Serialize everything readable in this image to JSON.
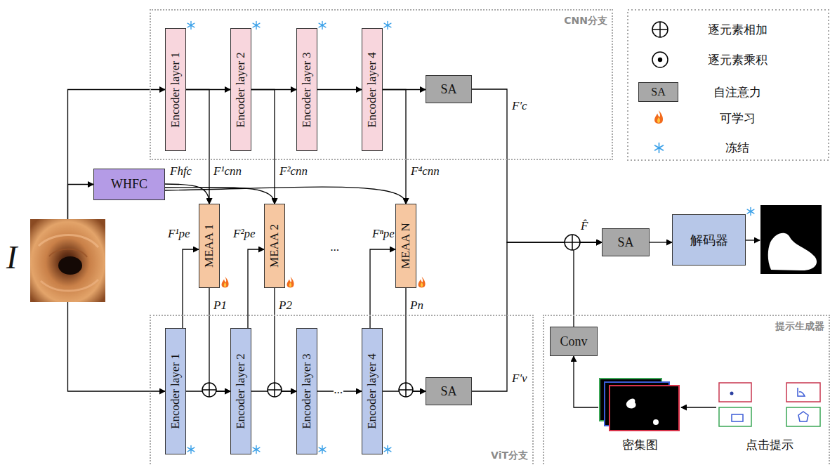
{
  "diagram": {
    "nodes": [
      {
        "text": [
          "CNN分支"
        ]
      },
      {
        "text": [
          "Encoder layer 1"
        ],
        "in": 0
      },
      {
        "text": [
          "Encoder layer 2"
        ],
        "in": 0
      },
      {
        "text": [
          "Encoder layer 3"
        ],
        "in": 0
      },
      {
        "text": [
          "Encoder layer 4"
        ],
        "in": 0
      },
      {
        "text": [
          "SA"
        ],
        "in": 0
      },
      {
        "text": [
          "WHFC"
        ]
      },
      {
        "text": [
          "MEAA 1"
        ]
      },
      {
        "text": [
          "MEAA 2"
        ]
      },
      {
        "text": [
          "MEAA N"
        ]
      },
      {
        "text": [
          "I"
        ]
      },
      {
        "text": [
          "SA"
        ]
      },
      {
        "text": [
          "解码器"
        ]
      },
      {
        "text": [
          "ViT分支"
        ]
      },
      {
        "text": [
          "Encoder layer 1"
        ],
        "in": 13
      },
      {
        "text": [
          "Encoder layer 2"
        ],
        "in": 13
      },
      {
        "text": [
          "Encoder layer 3"
        ],
        "in": 13
      },
      {
        "text": [
          "Encoder layer 4"
        ],
        "in": 13
      },
      {
        "text": [
          "SA"
        ],
        "in": 13
      },
      {
        "text": [
          "提示生成器"
        ]
      },
      {
        "text": [
          "Conv"
        ],
        "in": 19
      },
      {
        "text": [
          "密集图"
        ],
        "in": 19
      },
      {
        "text": [
          "点击提示"
        ],
        "in": 19
      }
    ],
    "edges": [
      {
        "from": 10,
        "to": 1,
        "arrow": "to"
      },
      {
        "from": 10,
        "to": 6,
        "arrow": "to"
      },
      {
        "from": 10,
        "to": 14,
        "arrow": "to"
      },
      {
        "from": 1,
        "to": 2,
        "arrow": "to"
      },
      {
        "from": 2,
        "to": 3,
        "arrow": "to"
      },
      {
        "from": 3,
        "to": 4,
        "arrow": "to"
      },
      {
        "from": 4,
        "to": 5,
        "arrow": "to"
      },
      {
        "from": 1,
        "to": 7,
        "label": "F¹cnn",
        "arrow": "to"
      },
      {
        "from": 2,
        "to": 8,
        "label": "F²cnn",
        "arrow": "to"
      },
      {
        "from": 4,
        "to": 9,
        "label": "F⁴cnn",
        "arrow": "to"
      },
      {
        "from": 6,
        "to": 7,
        "label": "Fhfc",
        "arrow": "to"
      },
      {
        "from": 6,
        "to": 8,
        "arrow": "to"
      },
      {
        "from": 6,
        "to": 9,
        "arrow": "to"
      },
      {
        "from": 14,
        "to": 7,
        "label": "F¹pe",
        "arrow": "to"
      },
      {
        "from": 15,
        "to": 8,
        "label": "F²pe",
        "arrow": "to"
      },
      {
        "from": 17,
        "to": 9,
        "label": "Fⁿpe",
        "arrow": "to"
      },
      {
        "from": 7,
        "to": 15,
        "label": "P1",
        "arrow": "to"
      },
      {
        "from": 14,
        "to": 15,
        "arrow": "to"
      },
      {
        "from": 8,
        "to": 16,
        "label": "P2",
        "arrow": "to"
      },
      {
        "from": 15,
        "to": 16,
        "arrow": "to"
      },
      {
        "from": 16,
        "to": 17,
        "label": "...",
        "arrow": "to"
      },
      {
        "from": 9,
        "to": 18,
        "label": "Pn",
        "arrow": "to"
      },
      {
        "from": 17,
        "to": 18,
        "arrow": "to"
      },
      {
        "from": 5,
        "to": 11,
        "label": "F′c",
        "arrow": "to"
      },
      {
        "from": 18,
        "to": 11,
        "label": "F′v",
        "arrow": "to"
      },
      {
        "from": 20,
        "to": 11,
        "arrow": "to"
      },
      {
        "from": 11,
        "to": 12,
        "arrow": "to"
      },
      {
        "from": 21,
        "to": 20,
        "arrow": "to"
      },
      {
        "from": 22,
        "to": 21,
        "arrow": "to"
      }
    ],
    "labels": [
      "...",
      "F̂",
      "SA"
    ],
    "legend": [
      {
        "text": "逐元素相加"
      },
      {
        "text": "逐元素乘积"
      },
      {
        "text": "自注意力",
        "color": "#a8a8a8"
      },
      {
        "text": "可学习"
      },
      {
        "text": "冻结"
      }
    ]
  }
}
